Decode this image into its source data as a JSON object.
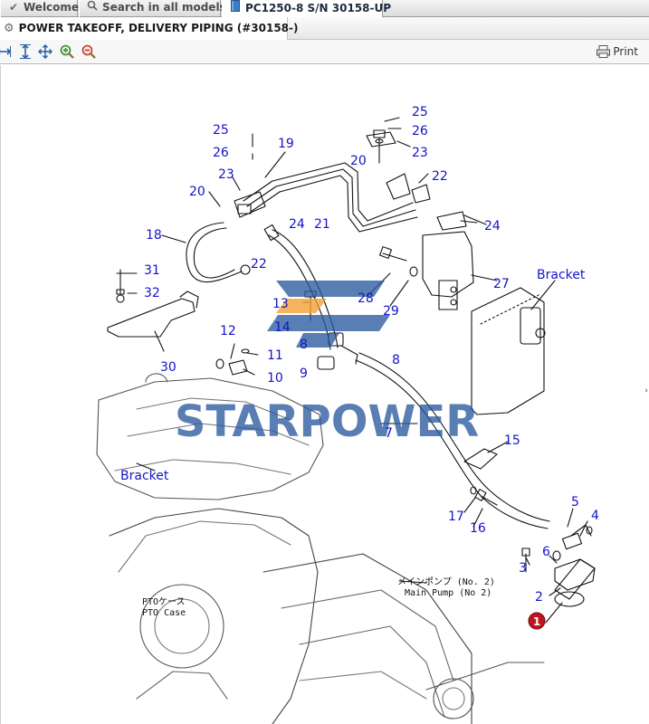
{
  "tabs": [
    {
      "label": "Welcome",
      "icon": "checkmark-icon"
    },
    {
      "label": "Search in all models",
      "icon": "search-icon"
    },
    {
      "label": "PC1250-8 S/N 30158-UP",
      "icon": "book-icon"
    }
  ],
  "title": "POWER TAKEOFF, DELIVERY PIPING (#30158-)",
  "toolbar": {
    "print_label": "Print"
  },
  "watermark": "STARPOWER",
  "drawing_labels": {
    "main_pump_jp": "メインポンプ (No. 2)",
    "main_pump_en": "Main Pump (No 2)",
    "pto_case_jp": "PTOケース",
    "pto_case_en": "PTO Case"
  },
  "callouts": [
    {
      "id": "c25a",
      "text": "25"
    },
    {
      "id": "c26a",
      "text": "26"
    },
    {
      "id": "c19",
      "text": "19"
    },
    {
      "id": "c23a",
      "text": "23"
    },
    {
      "id": "c20a",
      "text": "20"
    },
    {
      "id": "c24a",
      "text": "24"
    },
    {
      "id": "c21",
      "text": "21"
    },
    {
      "id": "c18",
      "text": "18"
    },
    {
      "id": "c22a",
      "text": "22"
    },
    {
      "id": "c31",
      "text": "31"
    },
    {
      "id": "c32",
      "text": "32"
    },
    {
      "id": "c30",
      "text": "30"
    },
    {
      "id": "c13",
      "text": "13"
    },
    {
      "id": "c14",
      "text": "14"
    },
    {
      "id": "c8a",
      "text": "8"
    },
    {
      "id": "c12",
      "text": "12"
    },
    {
      "id": "c11",
      "text": "11"
    },
    {
      "id": "c10",
      "text": "10"
    },
    {
      "id": "c9",
      "text": "9"
    },
    {
      "id": "c8b",
      "text": "8"
    },
    {
      "id": "c28",
      "text": "28"
    },
    {
      "id": "c29",
      "text": "29"
    },
    {
      "id": "c27",
      "text": "27"
    },
    {
      "id": "c25b",
      "text": "25"
    },
    {
      "id": "c26b",
      "text": "26"
    },
    {
      "id": "c23b",
      "text": "23"
    },
    {
      "id": "c20b",
      "text": "20"
    },
    {
      "id": "c22b",
      "text": "22"
    },
    {
      "id": "c24b",
      "text": "24"
    },
    {
      "id": "cBracketR",
      "text": "Bracket"
    },
    {
      "id": "c7",
      "text": "7"
    },
    {
      "id": "c15",
      "text": "15"
    },
    {
      "id": "cBracketL",
      "text": "Bracket"
    },
    {
      "id": "c17",
      "text": "17"
    },
    {
      "id": "c16",
      "text": "16"
    },
    {
      "id": "c5",
      "text": "5"
    },
    {
      "id": "c4",
      "text": "4"
    },
    {
      "id": "c3",
      "text": "3"
    },
    {
      "id": "c6",
      "text": "6"
    },
    {
      "id": "c2",
      "text": "2"
    },
    {
      "id": "c1",
      "text": "1"
    }
  ],
  "colors": {
    "callout": "#1414c8",
    "highlight_badge": "#c0141e",
    "watermark": "#2a5aa0",
    "watermark_accent": "#f0a030"
  }
}
